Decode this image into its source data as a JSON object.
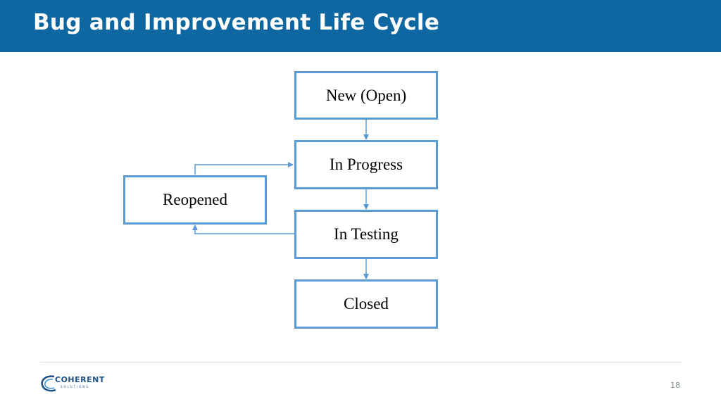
{
  "slide": {
    "title": "Bug and Improvement Life Cycle",
    "page_number": "18"
  },
  "diagram": {
    "nodes": [
      {
        "id": "new-open",
        "label": "New (Open)"
      },
      {
        "id": "in-progress",
        "label": "In Progress"
      },
      {
        "id": "reopened",
        "label": "Reopened"
      },
      {
        "id": "in-testing",
        "label": "In Testing"
      },
      {
        "id": "closed",
        "label": "Closed"
      }
    ],
    "edges": [
      {
        "from": "new-open",
        "to": "in-progress"
      },
      {
        "from": "in-progress",
        "to": "in-testing"
      },
      {
        "from": "in-testing",
        "to": "closed"
      },
      {
        "from": "in-testing",
        "to": "reopened"
      },
      {
        "from": "reopened",
        "to": "in-progress"
      }
    ]
  },
  "logo": {
    "name": "COHERENT",
    "tagline": "SOLUTIONS"
  },
  "colors": {
    "header_bg": "#0e67a1",
    "node_border": "#5b9bd5",
    "arrow": "#5b9bd5"
  }
}
